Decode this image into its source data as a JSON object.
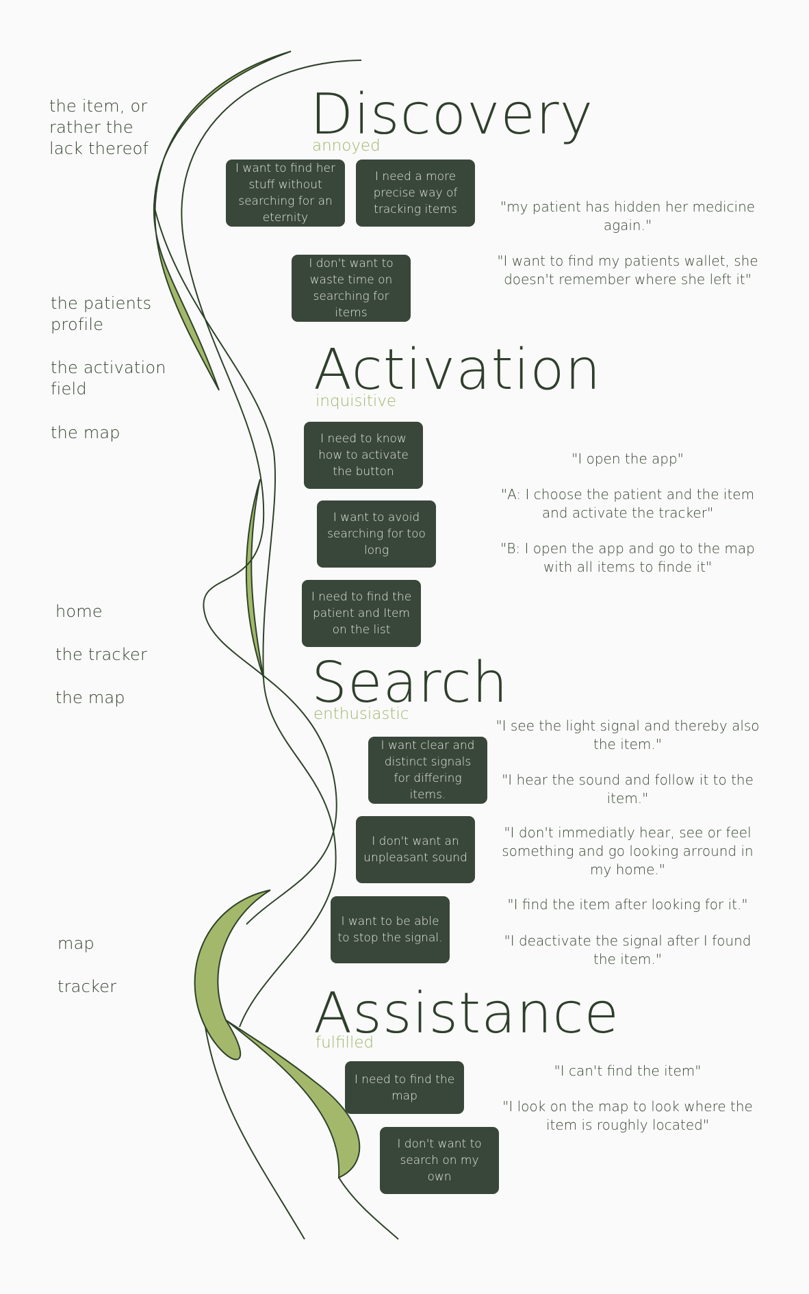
{
  "colors": {
    "background": "#fafafa",
    "leaf_fill": "#a3b86a",
    "stroke": "#2d4228",
    "card": "#39473a",
    "card_text": "#e4e8e0",
    "mood": "#9eb56a",
    "text": "#2f3f2c"
  },
  "left_labels": [
    "the item, or\nrather the\nlack thereof",
    "the patients\nprofile",
    "the activation\nfield",
    "the map",
    "home",
    "the tracker",
    "the map",
    "map",
    "tracker"
  ],
  "phases": [
    {
      "title": "Discovery",
      "mood": "annoyed",
      "needs": [
        "I want to find her stuff without searching for an eternity",
        "I need a more precise way of tracking items",
        "I don't want to waste time on searching for items"
      ],
      "quotes": [
        "\"my patient has hidden her medicine again.\"",
        "\"I want to find my patients wallet, she doesn't remember where she left it\""
      ]
    },
    {
      "title": "Activation",
      "mood": "inquisitive",
      "needs": [
        "I need to know how to activate the button",
        "I want to avoid searching for too long",
        "I need to find the patient and Item on the list"
      ],
      "quotes": [
        "\"I open the app\"",
        "\"A: I choose the patient and the item and activate the tracker\"",
        "\"B: I open the app and go to the map with all items to finde it\""
      ]
    },
    {
      "title": "Search",
      "mood": "enthusiastic",
      "needs": [
        "I want clear and distinct signals for differing items.",
        "I don't want an unpleasant sound",
        "I want to be able to stop the signal."
      ],
      "quotes": [
        "\"I see the light signal and thereby also the item.\"",
        "\"I hear the sound and follow it to the item.\"",
        "\"I don't immediatly hear, see or feel something and go looking arround in my home.\"",
        "\"I find the item after looking for it.\"",
        "\"I deactivate the signal after I found the item.\""
      ]
    },
    {
      "title": "Assistance",
      "mood": "fulfilled",
      "needs": [
        "I need to find the map",
        "I don't want to search on my own"
      ],
      "quotes": [
        "\"I can't find the item\"",
        "\"I look on the map to look where the item is roughly located\""
      ]
    }
  ]
}
